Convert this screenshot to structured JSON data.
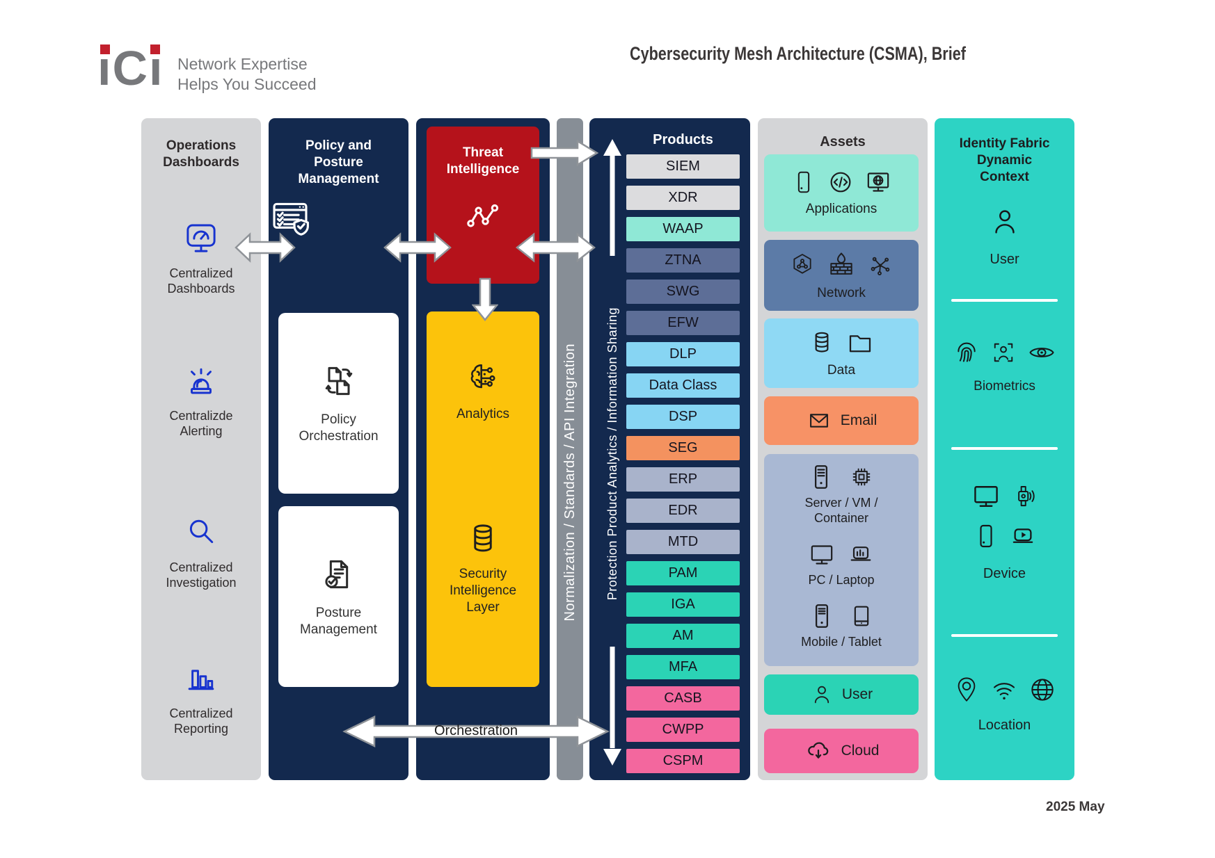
{
  "header": {
    "logo_text": "iCi",
    "logo_tagline": "Network Expertise\nHelps You Succeed",
    "title": "Cybersecurity Mesh Architecture (CSMA), Brief"
  },
  "footer": {
    "date": "2025 May"
  },
  "palette": {
    "navy": "#13294e",
    "red": "#b5121b",
    "yellow": "#fcc30b",
    "column_gray": "#d4d5d7",
    "bar_gray": "#878e96",
    "identity_teal": "#2dd3c4",
    "ops_icon_blue": "#1733cf",
    "logo_red": "#c2202d",
    "logo_gray": "#77787b",
    "product_gray": "#dcdcde",
    "product_mint": "#8fe8d6",
    "product_slate": "#5d6e97",
    "product_lightblue": "#87d5f3",
    "product_orange": "#f4925f",
    "product_lightslate": "#a9b3cb",
    "product_teal": "#2bd3b5",
    "product_pink": "#f3679e",
    "asset_network_blue": "#5c7ba7",
    "asset_devices_blue": "#a9b8d3",
    "asset_email_orange": "#f79266",
    "asset_data_blue": "#8fd9f4"
  },
  "operations": {
    "title": "Operations\nDashboards",
    "items": [
      {
        "icon": "dashboard-icon",
        "label": "Centralized\nDashboards"
      },
      {
        "icon": "alert-icon",
        "label": "Centralizde\nAlerting"
      },
      {
        "icon": "search-icon",
        "label": "Centralized\nInvestigation"
      },
      {
        "icon": "report-icon",
        "label": "Centralized\nReporting"
      }
    ]
  },
  "policy": {
    "title": "Policy and\nPosture\nManagement",
    "cards": [
      {
        "icon": "policy-orchestration-icon",
        "label": "Policy\nOrchestration"
      },
      {
        "icon": "posture-management-icon",
        "label": "Posture\nManagement"
      }
    ]
  },
  "threat": {
    "title": "Threat\nIntelligence",
    "analytics_label": "Analytics",
    "security_layer_label": "Security\nIntelligence\nLayer"
  },
  "normalization_bar": {
    "label": "Normalization / Standards / API Integration"
  },
  "products": {
    "title": "Products",
    "side_label": "Protection Product Analytics / Information Sharing",
    "items": [
      "SIEM",
      "XDR",
      "WAAP",
      "ZTNA",
      "SWG",
      "EFW",
      "DLP",
      "Data Class",
      "DSP",
      "SEG",
      "ERP",
      "EDR",
      "MTD",
      "PAM",
      "IGA",
      "AM",
      "MFA",
      "CASB",
      "CWPP",
      "CSPM"
    ]
  },
  "assets": {
    "title": "Assets",
    "applications_label": "Applications",
    "network_label": "Network",
    "data_label": "Data",
    "email_label": "Email",
    "server_label": "Server / VM /\nContainer",
    "pc_label": "PC / Laptop",
    "mobile_label": "Mobile / Tablet",
    "user_label": "User",
    "cloud_label": "Cloud"
  },
  "identity": {
    "title": "Identity Fabric\nDynamic\nContext",
    "user_label": "User",
    "biometrics_label": "Biometrics",
    "device_label": "Device",
    "location_label": "Location"
  },
  "orchestration": {
    "label": "Orchestration"
  }
}
